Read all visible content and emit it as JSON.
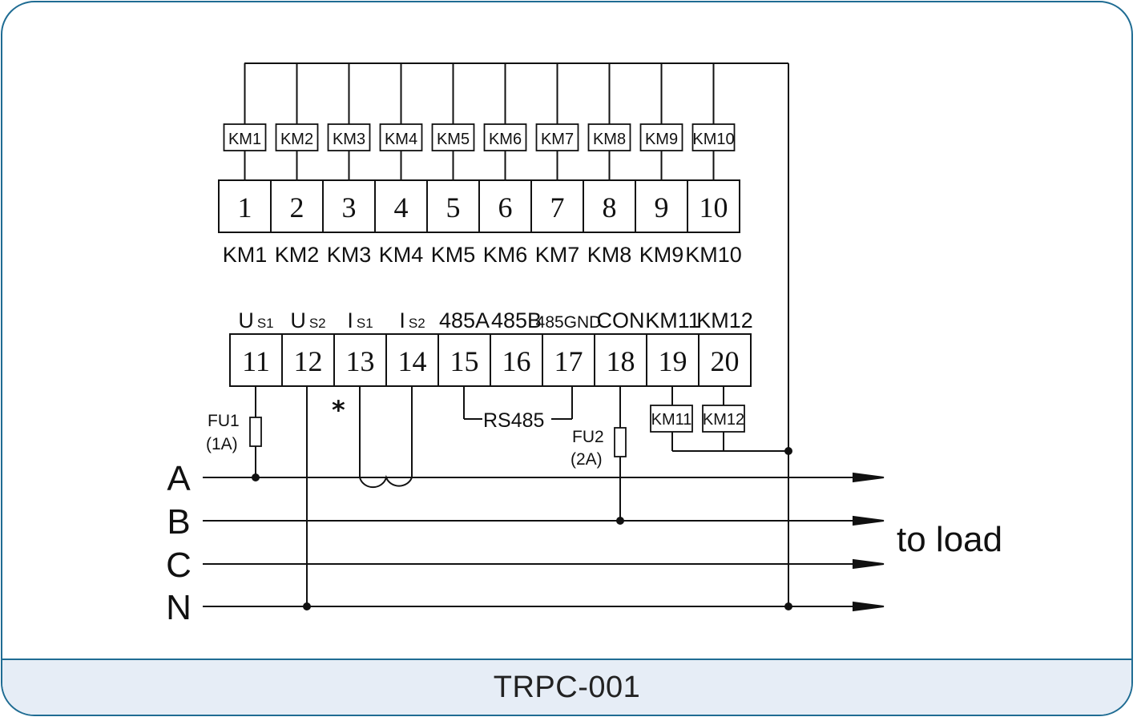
{
  "footer": {
    "title": "TRPC-001"
  },
  "top_relays": [
    "KM1",
    "KM2",
    "KM3",
    "KM4",
    "KM5",
    "KM6",
    "KM7",
    "KM8",
    "KM9",
    "KM10"
  ],
  "top_terminals": [
    "1",
    "2",
    "3",
    "4",
    "5",
    "6",
    "7",
    "8",
    "9",
    "10"
  ],
  "top_terminal_labels": [
    "KM1",
    "KM2",
    "KM3",
    "KM4",
    "KM5",
    "KM6",
    "KM7",
    "KM8",
    "KM9",
    "KM10"
  ],
  "bottom_terminals": [
    "11",
    "12",
    "13",
    "14",
    "15",
    "16",
    "17",
    "18",
    "19",
    "20"
  ],
  "bottom_headers": [
    {
      "main": "U",
      "sub": "S1"
    },
    {
      "main": "U",
      "sub": "S2"
    },
    {
      "main": "I",
      "sub": "S1"
    },
    {
      "main": "I",
      "sub": "S2"
    },
    {
      "main": "485A",
      "sub": ""
    },
    {
      "main": "485B",
      "sub": ""
    },
    {
      "main": "485GND",
      "sub": ""
    },
    {
      "main": "CON",
      "sub": ""
    },
    {
      "main": "KM11",
      "sub": ""
    },
    {
      "main": "KM12",
      "sub": ""
    }
  ],
  "bottom_relays": [
    "KM11",
    "KM12"
  ],
  "fuses": [
    {
      "name": "FU1",
      "rating": "(1A)"
    },
    {
      "name": "FU2",
      "rating": "(2A)"
    }
  ],
  "rs485_label": "RS485",
  "ct_marker": "*",
  "phases": [
    "A",
    "B",
    "C",
    "N"
  ],
  "load_label": "to load",
  "colors": {
    "border": "#1f6c93",
    "footer_bg": "#e6edf6",
    "ink": "#111111"
  }
}
